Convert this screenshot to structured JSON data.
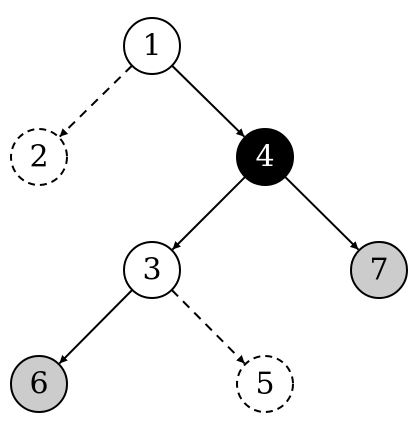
{
  "colors": {
    "stroke": "#000000",
    "white": "#ffffff",
    "black": "#000000",
    "gray": "#cccccc",
    "text_dark": "#000000",
    "text_light": "#ffffff"
  },
  "nodes": [
    {
      "id": "n1",
      "label": "1",
      "style": "white"
    },
    {
      "id": "n2",
      "label": "2",
      "style": "dashed"
    },
    {
      "id": "n4",
      "label": "4",
      "style": "black"
    },
    {
      "id": "n3",
      "label": "3",
      "style": "white"
    },
    {
      "id": "n7",
      "label": "7",
      "style": "gray"
    },
    {
      "id": "n6",
      "label": "6",
      "style": "gray"
    },
    {
      "id": "n5",
      "label": "5",
      "style": "dashed"
    }
  ],
  "edges": [
    {
      "from": "n1",
      "to": "n2",
      "style": "dashed"
    },
    {
      "from": "n1",
      "to": "n4",
      "style": "solid"
    },
    {
      "from": "n4",
      "to": "n3",
      "style": "solid"
    },
    {
      "from": "n4",
      "to": "n7",
      "style": "solid"
    },
    {
      "from": "n3",
      "to": "n6",
      "style": "solid"
    },
    {
      "from": "n3",
      "to": "n5",
      "style": "dashed"
    }
  ]
}
